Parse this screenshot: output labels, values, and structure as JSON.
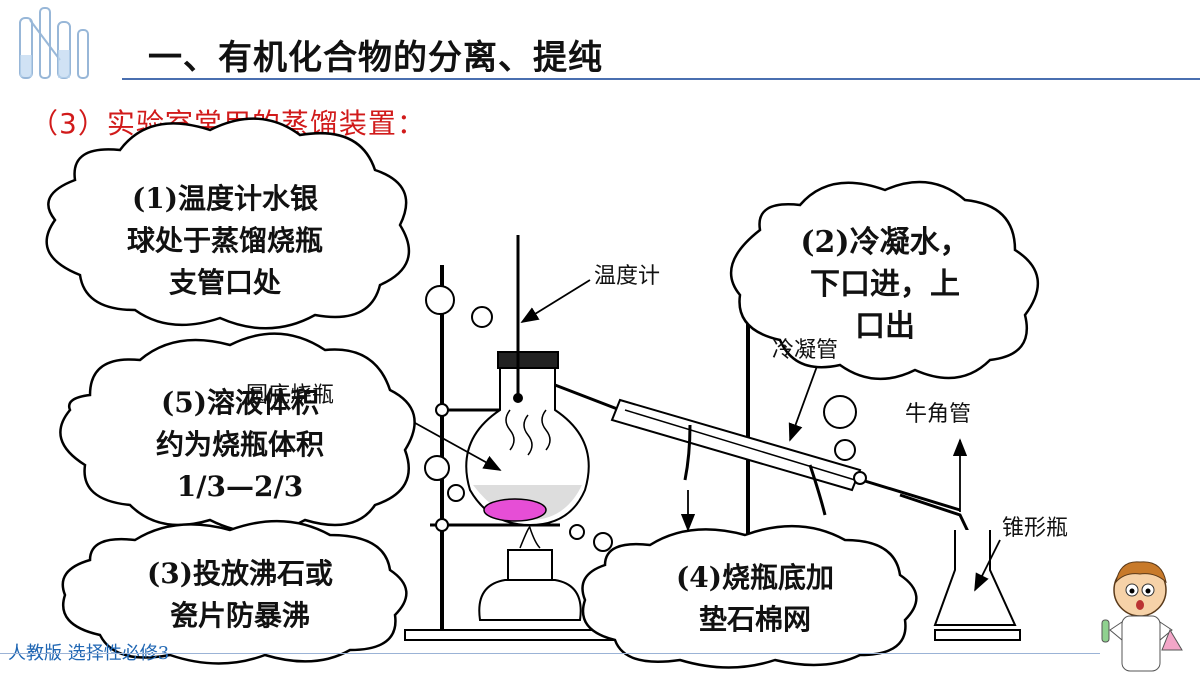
{
  "header": {
    "title": "一、有机化合物的分离、提纯",
    "subtitle": "（3）实验室常用的蒸馏装置："
  },
  "footer": {
    "edition": "人教版 选择性必修3"
  },
  "clouds": [
    {
      "lines": [
        "(1)温度计水银",
        "球处于蒸馏烧瓶",
        "支管口处"
      ]
    },
    {
      "lines": [
        "(2)冷凝水，",
        "下口进，上",
        "口出"
      ]
    },
    {
      "lines": [
        "(5)溶液体积",
        "约为烧瓶体积",
        "1/3—2/3"
      ]
    },
    {
      "lines": [
        "(3)投放沸石或",
        "瓷片防暴沸"
      ]
    },
    {
      "lines": [
        "(4)烧瓶底加",
        "垫石棉网"
      ]
    }
  ],
  "labels": {
    "thermometer": "温度计",
    "condenser": "冷凝管",
    "flask": "圆底烧瓶",
    "adapter": "牛角管",
    "conical_flask": "锥形瓶"
  },
  "colors": {
    "title_line": "#4a6fb0",
    "subtitle": "#d11a1a",
    "footer": "#1f66b3",
    "boiling_chip": "#e64ed6"
  }
}
